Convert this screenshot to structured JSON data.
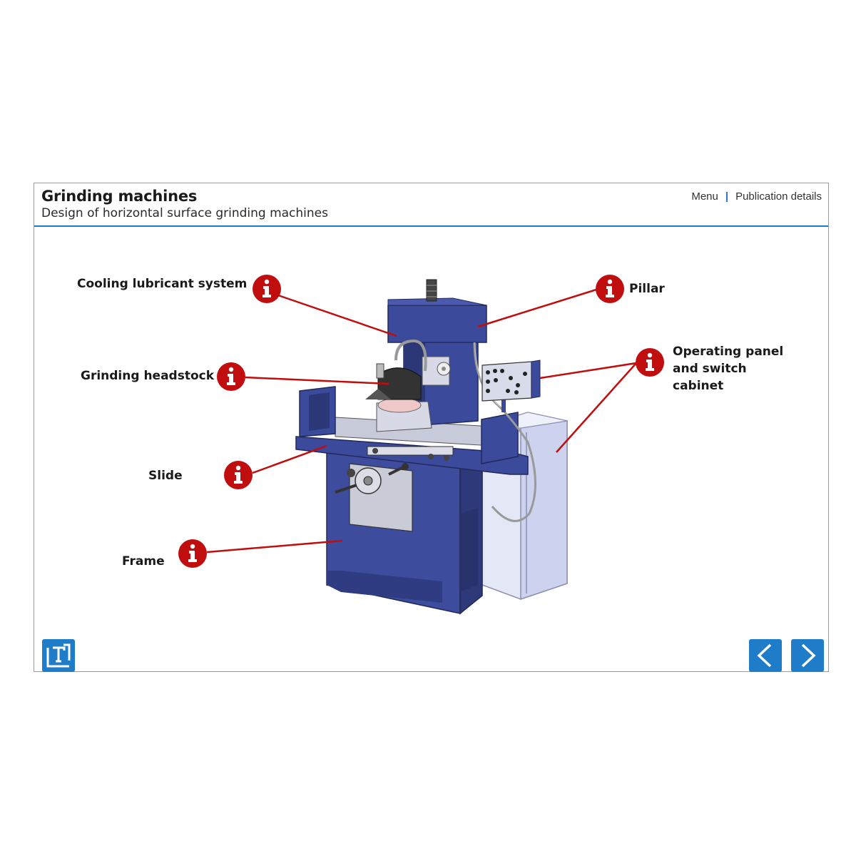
{
  "header": {
    "title": "Grinding machines",
    "subtitle": "Design of horizontal surface grinding machines",
    "nav": {
      "menu_label": "Menu",
      "separator": "|",
      "publication_label": "Publication details"
    }
  },
  "hotspots": [
    {
      "id": "cooling",
      "label": "Cooling lubricant system"
    },
    {
      "id": "pillar",
      "label": "Pillar"
    },
    {
      "id": "headstock",
      "label": "Grinding headstock"
    },
    {
      "id": "panel",
      "label": "Operating panel\nand switch\ncabinet"
    },
    {
      "id": "slide",
      "label": "Slide"
    },
    {
      "id": "frame",
      "label": "Frame"
    }
  ],
  "icons": {
    "info": "info-icon",
    "logo": "logo-t-icon",
    "prev": "chevron-left-icon",
    "next": "chevron-right-icon"
  },
  "colors": {
    "accent_blue": "#1e78c8",
    "hotspot_red": "#c00d0d",
    "machine_blue": "#3b4a9a",
    "cabinet_light": "#d8dcf0"
  }
}
